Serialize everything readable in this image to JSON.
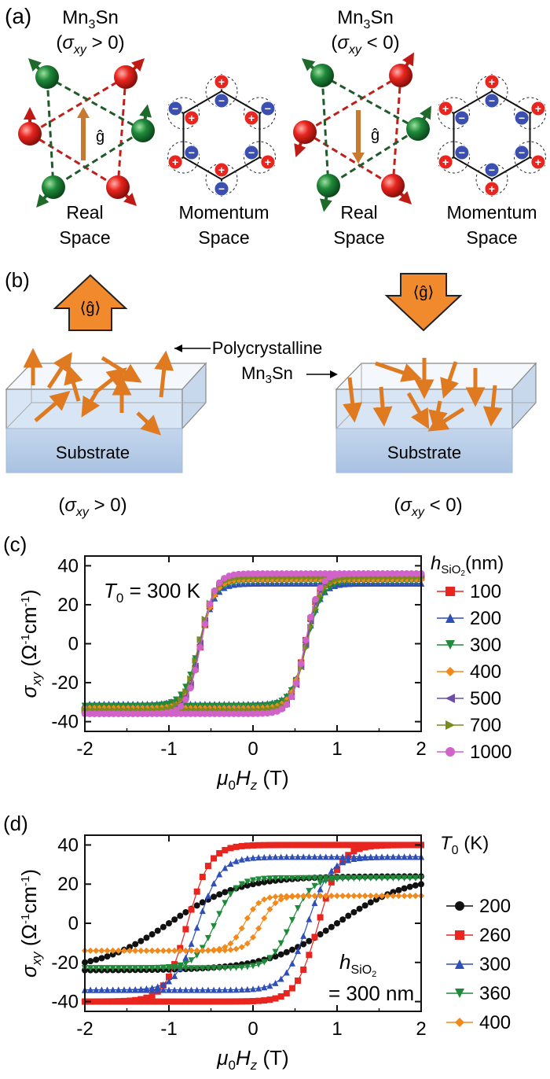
{
  "panels": {
    "a": {
      "label": "(a)",
      "left": {
        "material": "Mn",
        "sub3": "3",
        "material2": "Sn",
        "condition": "> 0"
      },
      "right": {
        "material": "Mn",
        "sub3": "3",
        "material2": "Sn",
        "condition": "< 0"
      },
      "sigma": "σ",
      "sigma_sub": "xy",
      "g_hat": "ĝ",
      "real_space": [
        "Real",
        "Space"
      ],
      "momentum_space": [
        "Momentum",
        "Space"
      ],
      "plus": "+",
      "minus": "−"
    },
    "b": {
      "label": "(b)",
      "g_avg": "⟨ĝ⟩",
      "center_label": [
        "Polycrystalline",
        "Mn",
        "3",
        "Sn"
      ],
      "substrate": "Substrate",
      "left_condition": "> 0",
      "right_condition": "< 0"
    },
    "c": {
      "label": "(c)",
      "annotation": "= 300 K",
      "annotation_T": "T",
      "annotation_sub": "0"
    },
    "d": {
      "label": "(d)",
      "annotation1": "h",
      "annotation1_sub": "SiO",
      "annotation1_sub2": "2",
      "annotation2": "= 300 nm"
    }
  },
  "axes": {
    "ylabel_sigma": "σ",
    "ylabel_sub": "xy",
    "ylabel_units": "(Ω",
    "ylabel_units_sup": "-1",
    "ylabel_units2": "cm",
    "ylabel_units_sup2": "-1",
    "ylabel_close": ")",
    "xlabel_mu": "μ",
    "xlabel_sub0": "0",
    "xlabel_H": "H",
    "xlabel_subz": "z",
    "xlabel_unit": " (T)"
  },
  "chart_data": [
    {
      "type": "line",
      "panel": "c",
      "xlabel": "μ0Hz (T)",
      "ylabel": "σxy (Ω-1cm-1)",
      "xlim": [
        -2,
        2
      ],
      "ylim": [
        -45,
        45
      ],
      "xticks": [
        "-2",
        "-1",
        "0",
        "1",
        "2"
      ],
      "yticks": [
        "40",
        "20",
        "0",
        "-20",
        "-40"
      ],
      "legend_title": "hSiO2 (nm)",
      "legend_title_parts": {
        "h": "h",
        "sub": "SiO",
        "sub2": "2",
        "unit": "(nm)"
      },
      "legend_position": "right",
      "annotation": "T0 = 300 K",
      "series": [
        {
          "name": "100",
          "color": "#e8251f",
          "marker": "square",
          "sat": 34,
          "hc": 0.62,
          "w": 0.075
        },
        {
          "name": "200",
          "color": "#2f4fb8",
          "marker": "triangle-up",
          "sat": 31,
          "hc": 0.63,
          "w": 0.08
        },
        {
          "name": "300",
          "color": "#1f8a3a",
          "marker": "triangle-down",
          "sat": 32,
          "hc": 0.64,
          "w": 0.085
        },
        {
          "name": "400",
          "color": "#f08a1c",
          "marker": "diamond",
          "sat": 33,
          "hc": 0.62,
          "w": 0.075
        },
        {
          "name": "500",
          "color": "#6a4fa8",
          "marker": "triangle-left",
          "sat": 35,
          "hc": 0.63,
          "w": 0.075
        },
        {
          "name": "700",
          "color": "#7a8a1c",
          "marker": "triangle-right",
          "sat": 34,
          "hc": 0.64,
          "w": 0.08
        },
        {
          "name": "1000",
          "color": "#d062c8",
          "marker": "circle",
          "sat": 36,
          "hc": 0.62,
          "w": 0.075
        }
      ]
    },
    {
      "type": "line",
      "panel": "d",
      "xlabel": "μ0Hz (T)",
      "ylabel": "σxy (Ω-1cm-1)",
      "xlim": [
        -2,
        2
      ],
      "ylim": [
        -45,
        45
      ],
      "xticks": [
        "-2",
        "-1",
        "0",
        "1",
        "2"
      ],
      "yticks": [
        "40",
        "20",
        "0",
        "-20",
        "-40"
      ],
      "legend_title": "T0 (K)",
      "legend_title_parts": {
        "T": "T",
        "sub": "0",
        "unit": " (K)"
      },
      "legend_position": "right",
      "annotation": "hSiO2 = 300 nm",
      "series": [
        {
          "name": "200",
          "color": "#111111",
          "marker": "circle",
          "sat": 24,
          "hc": 1.0,
          "w": 0.38
        },
        {
          "name": "260",
          "color": "#e8251f",
          "marker": "square",
          "sat": 40,
          "hc": 0.78,
          "w": 0.12
        },
        {
          "name": "300",
          "color": "#2f4fb8",
          "marker": "triangle-up",
          "sat": 34,
          "hc": 0.65,
          "w": 0.12
        },
        {
          "name": "360",
          "color": "#1f8a3a",
          "marker": "triangle-down",
          "sat": 23,
          "hc": 0.45,
          "w": 0.11
        },
        {
          "name": "400",
          "color": "#f08a1c",
          "marker": "diamond",
          "sat": 14,
          "hc": 0.1,
          "w": 0.08
        }
      ]
    }
  ]
}
